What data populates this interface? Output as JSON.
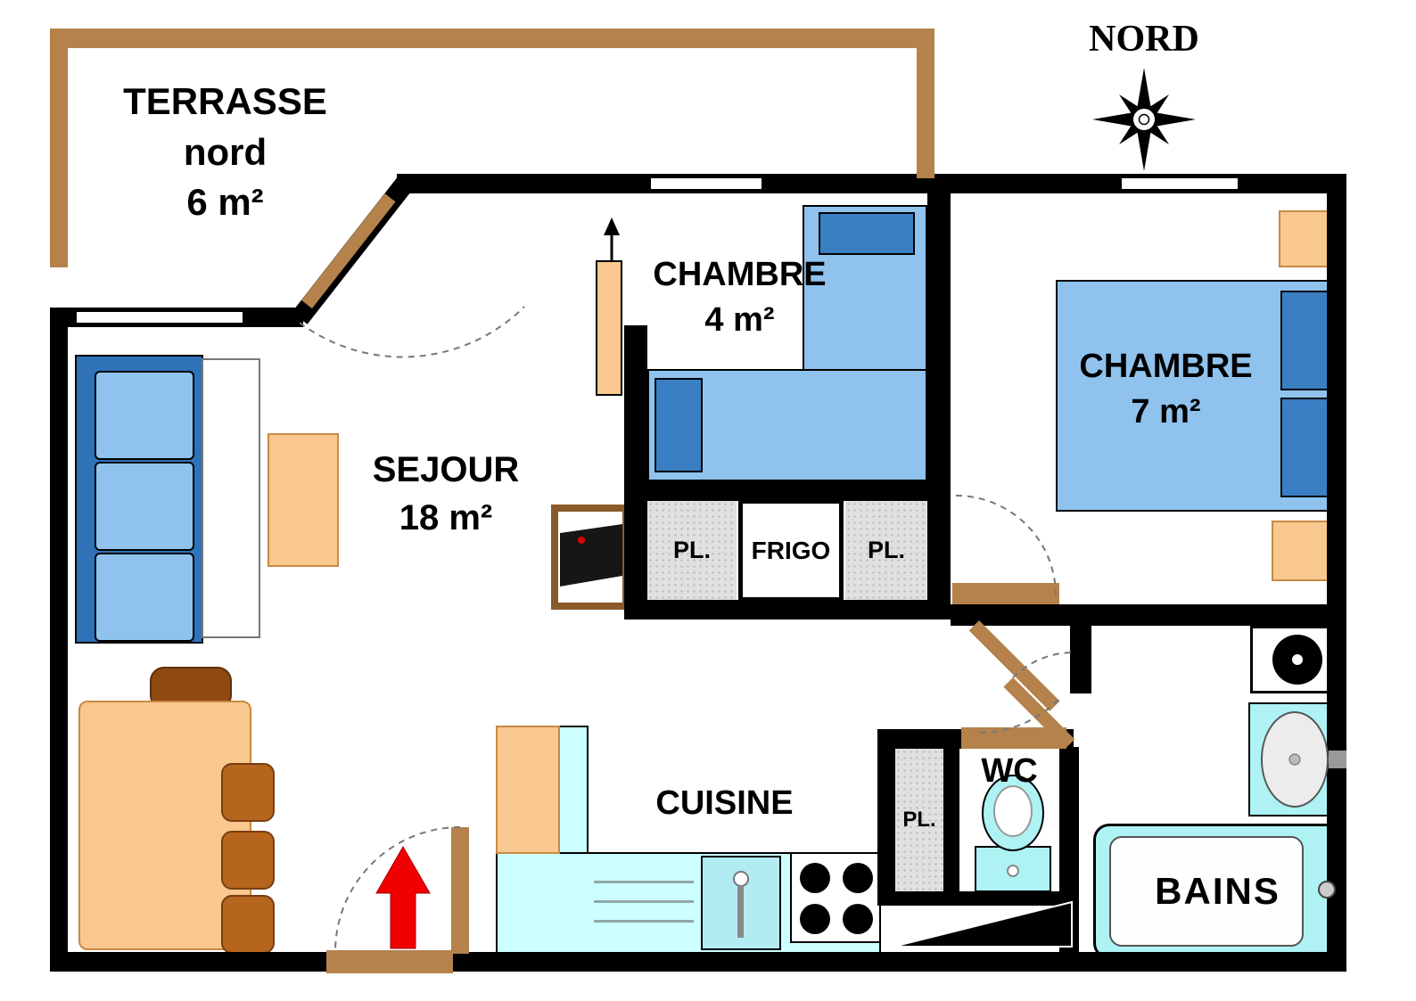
{
  "compass": {
    "label": "NORD"
  },
  "rooms": {
    "terrasse": {
      "name": "TERRASSE",
      "orientation": "nord",
      "area": "6  m²"
    },
    "sejour": {
      "name": "SEJOUR",
      "area": "18 m²"
    },
    "chambre4": {
      "name": "CHAMBRE",
      "area": "4 m²"
    },
    "chambre7": {
      "name": "CHAMBRE",
      "area": "7 m²"
    },
    "cuisine": {
      "name": "CUISINE"
    },
    "wc": {
      "name": "WC"
    },
    "bains": {
      "name": "BAINS"
    }
  },
  "fixtures": {
    "frigo": "FRIGO",
    "closet_hall_left": "PL.",
    "closet_hall_right": "PL.",
    "closet_entry": "PL."
  },
  "icons": {
    "compass": "compass-rose",
    "entry_arrow": "entrance-up-arrow",
    "chambre4_arrow": "door-direction-arrow"
  },
  "colors": {
    "wall": "#000000",
    "wood_trim": "#b5824c",
    "furniture_wood": "#f8c88f",
    "chair_wood": "#b5651d",
    "bed_light": "#8fc3ee",
    "bed_dark": "#3a7fc4",
    "sofa_frame": "#2f72b8",
    "kitchen_counter": "#ccffff",
    "sanitary_cyan": "#aef2f4",
    "closet_gray": "#e0e0e0",
    "entry_arrow": "#f00000"
  }
}
